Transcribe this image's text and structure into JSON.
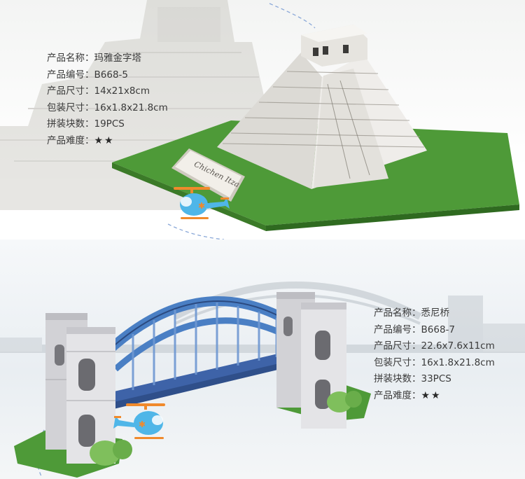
{
  "products": [
    {
      "name_label": "产品名称",
      "name_value": "玛雅金字塔",
      "code_label": "产品编号",
      "code_value": "B668-5",
      "size_label": "产品尺寸",
      "size_value": "14x21x8cm",
      "pack_label": "包装尺寸",
      "pack_value": "16x1.8x21.8cm",
      "pieces_label": "拼装块数",
      "pieces_value": "19PCS",
      "difficulty_label": "产品难度",
      "difficulty_stars": "★★",
      "difficulty_level": 2,
      "sign_text": "Chichen Itza"
    },
    {
      "name_label": "产品名称",
      "name_value": "悉尼桥",
      "code_label": "产品编号",
      "code_value": "B668-7",
      "size_label": "产品尺寸",
      "size_value": "22.6x7.6x11cm",
      "pack_label": "包装尺寸",
      "pack_value": "16x1.8x21.8cm",
      "pieces_label": "拼装块数",
      "pieces_value": "33PCS",
      "difficulty_label": "产品难度",
      "difficulty_stars": "★★",
      "difficulty_level": 2
    }
  ],
  "colors": {
    "grass": "#4e9a38",
    "pyramid_stone": "#e8e6e2",
    "bridge_arch": "#4a7fc4",
    "tower_stone": "#d9d9dc",
    "helicopter_blue": "#4fb6e8",
    "helicopter_orange": "#f08a2c",
    "dashed_path": "#8aa8d8"
  }
}
